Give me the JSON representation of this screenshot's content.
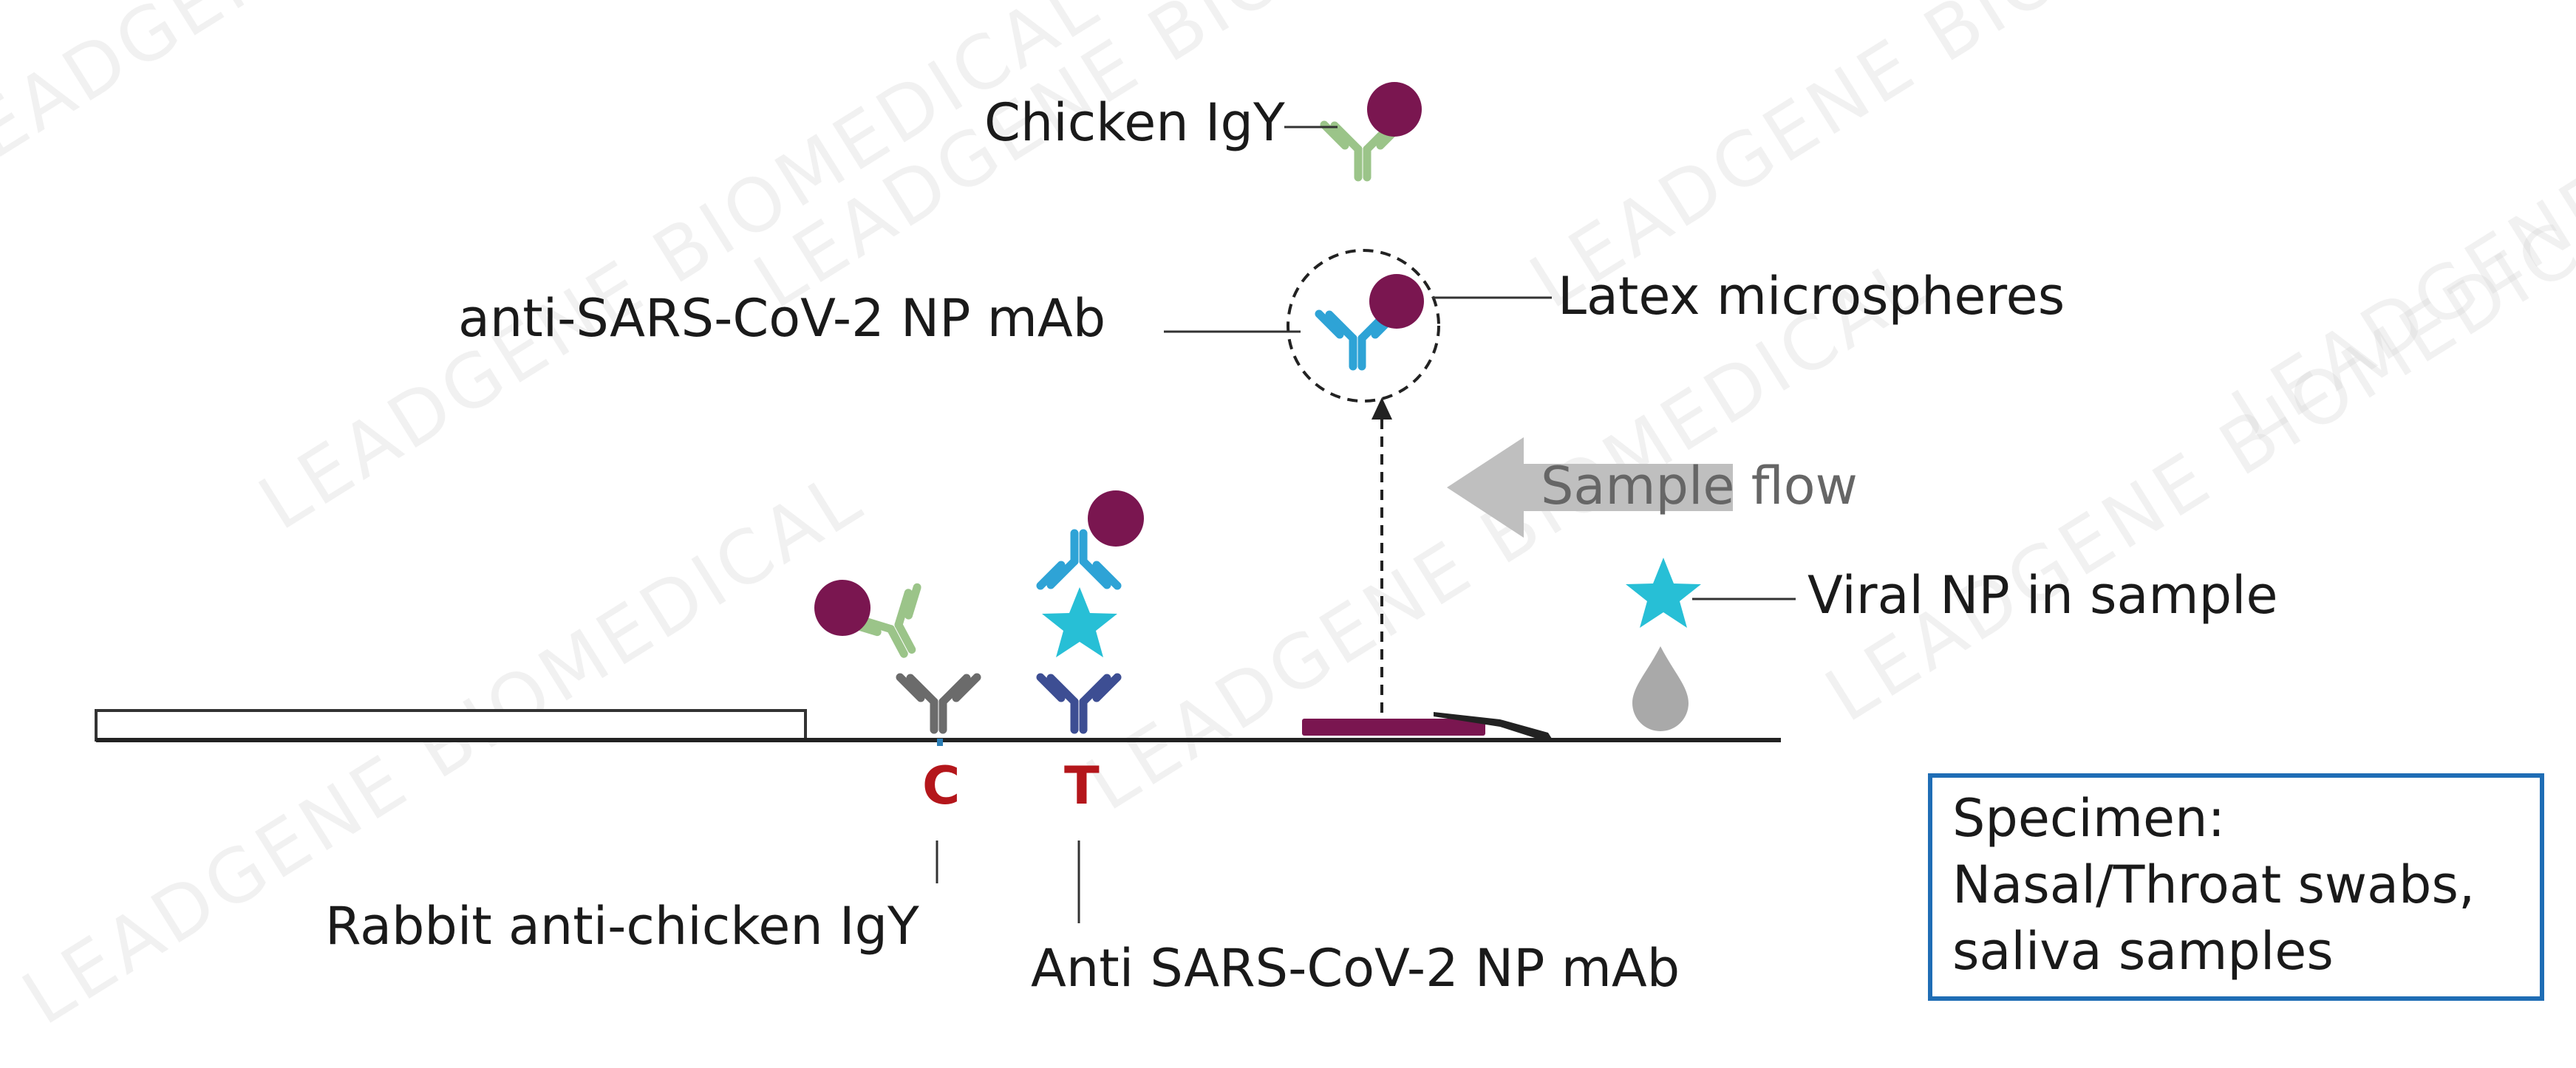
{
  "labels": {
    "chicken_igy": "Chicken IgY",
    "anti_np_mab_top": "anti-SARS-CoV-2 NP mAb",
    "latex": "Latex microspheres",
    "sample_flow": "Sample flow",
    "viral_np": "Viral NP in sample",
    "c_line": "C",
    "t_line": "T",
    "rabbit": "Rabbit anti-chicken IgY",
    "anti_np_mab_bottom": "Anti SARS-CoV-2 NP mAb"
  },
  "specimen": {
    "line1": "Specimen:",
    "line2": "Nasal/Throat swabs,",
    "line3": "saliva samples"
  },
  "watermark": "LEADGENE BIOMEDICAL",
  "colors": {
    "latex": "#7a1650",
    "igy": "#9bc489",
    "mab_blue": "#2ea3d6",
    "mab_navy": "#3d4e93",
    "rabbit_gray": "#6b6b6b",
    "np_star": "#27bfd6",
    "ct_red": "#b4161b",
    "conjugate_pad": "#7a1650",
    "arrow_gray": "#bfbfbf",
    "box_border": "#1f6db5",
    "drop": "#a9a9a9"
  }
}
